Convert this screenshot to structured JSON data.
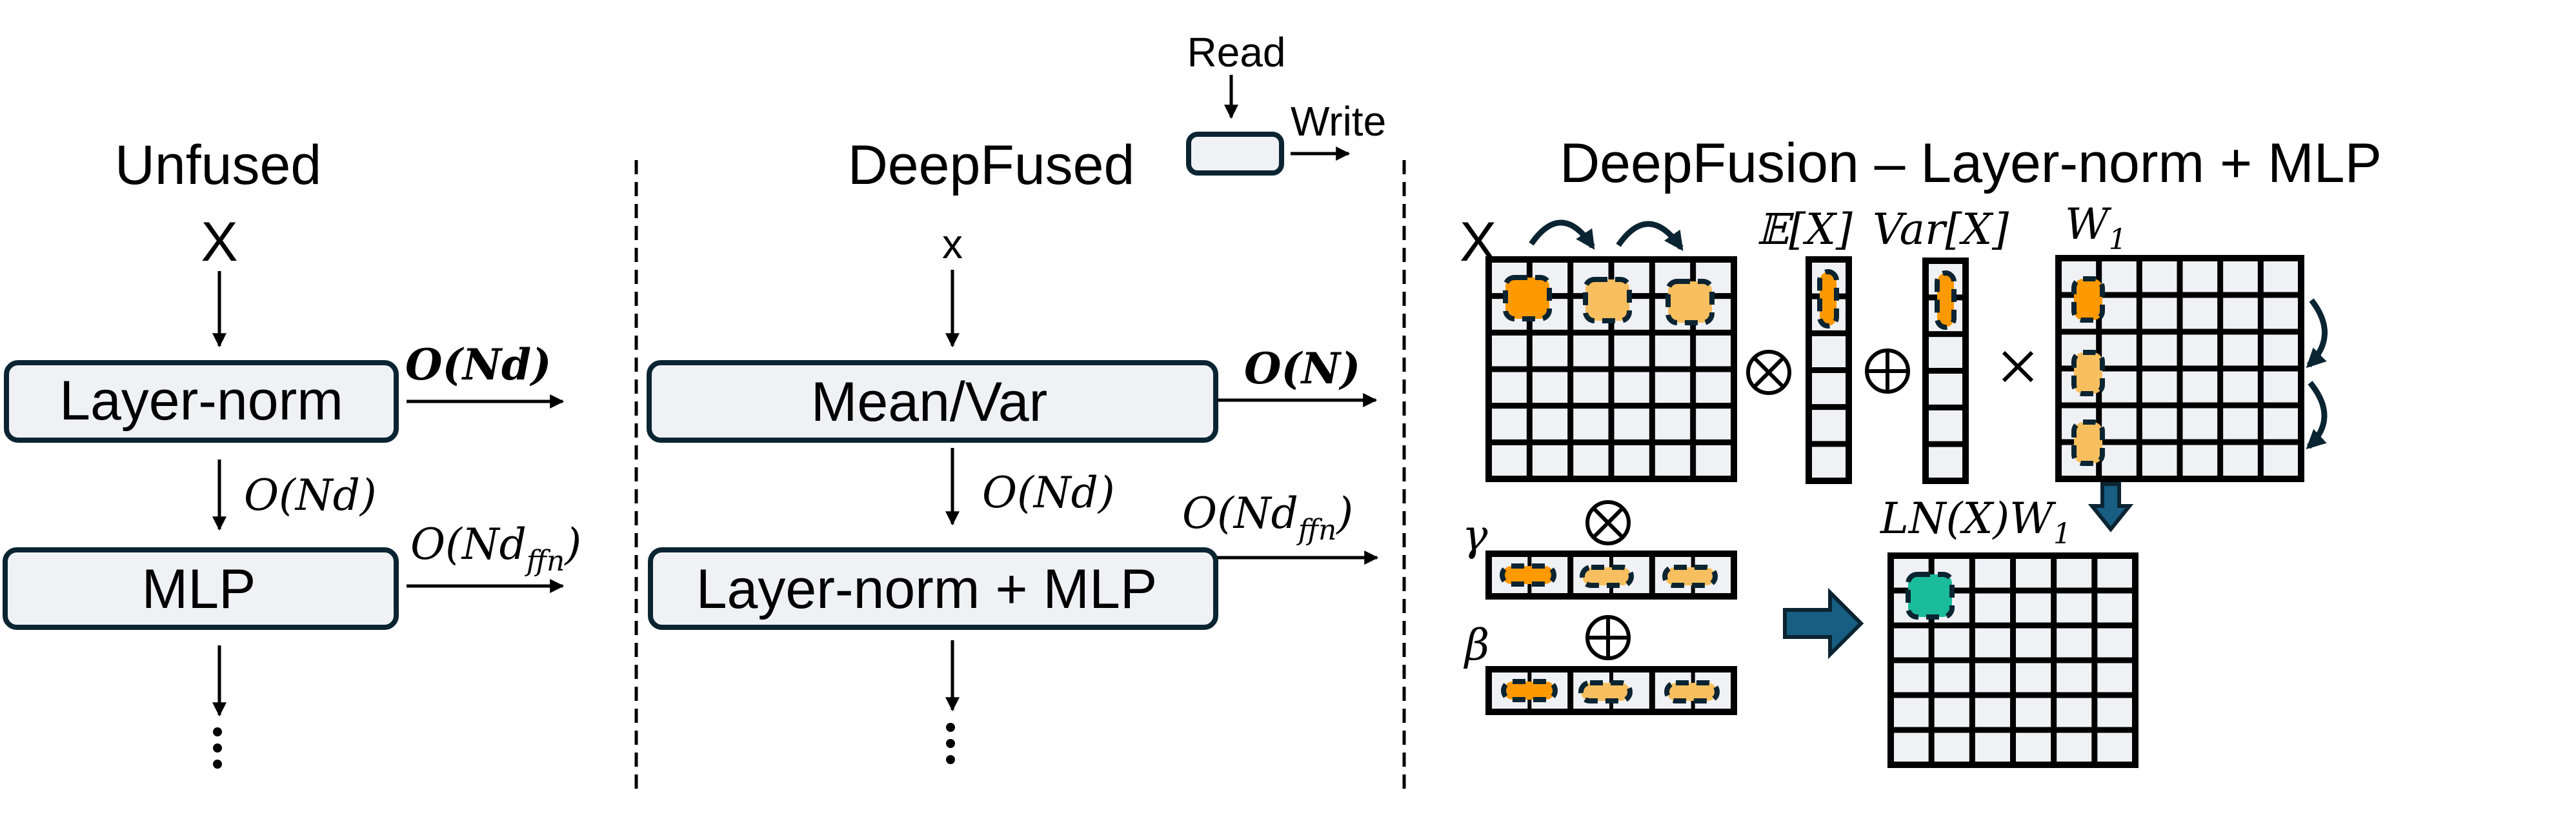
{
  "figure": {
    "legend": {
      "read_label": "Read",
      "write_label": "Write"
    },
    "unfused": {
      "title": "Unfused",
      "input_label": "X",
      "blocks": [
        {
          "label": "Layer-norm",
          "side_cost": "O(Nd)",
          "side_cost_bold": true
        },
        {
          "label": "MLP",
          "side_cost": "O(Nd",
          "side_cost_sub": "ffn",
          "side_cost_tail": ")",
          "side_cost_bold": false
        }
      ],
      "between_cost": "O(Nd)",
      "continuation": "⋮"
    },
    "deepfused": {
      "title": "DeepFused",
      "input_label": "x",
      "blocks": [
        {
          "label": "Mean/Var",
          "side_cost": "O(N)",
          "side_cost_bold": true
        },
        {
          "label": "Layer-norm + MLP",
          "side_cost": "O(Nd",
          "side_cost_sub": "ffn",
          "side_cost_tail": ")",
          "side_cost_bold": false
        }
      ],
      "between_cost": "O(Nd)",
      "continuation": "⋮"
    },
    "deepfusion": {
      "title": "DeepFusion – Layer-norm + MLP",
      "x_label": "X",
      "mean_label": "𝔼[X]",
      "var_label": "Var[X]",
      "w1_label": "W",
      "w1_sub": "1",
      "gamma_label": "γ",
      "beta_label": "β",
      "output_label": "LN(X)W",
      "output_sub": "1",
      "operators": {
        "mul": "⊗",
        "add": "⊕",
        "matmul": "×"
      },
      "matrix_rows": 6,
      "matrix_cols": 6,
      "vector_len": 6
    },
    "colors": {
      "cell_fill": "#eff1f5",
      "box_stroke": "#0b2432",
      "highlight_active": "#ff9900",
      "highlight_pending": "#f7bf5f",
      "highlight_output": "#1abc9c",
      "block_arrow": "#175e82"
    }
  }
}
